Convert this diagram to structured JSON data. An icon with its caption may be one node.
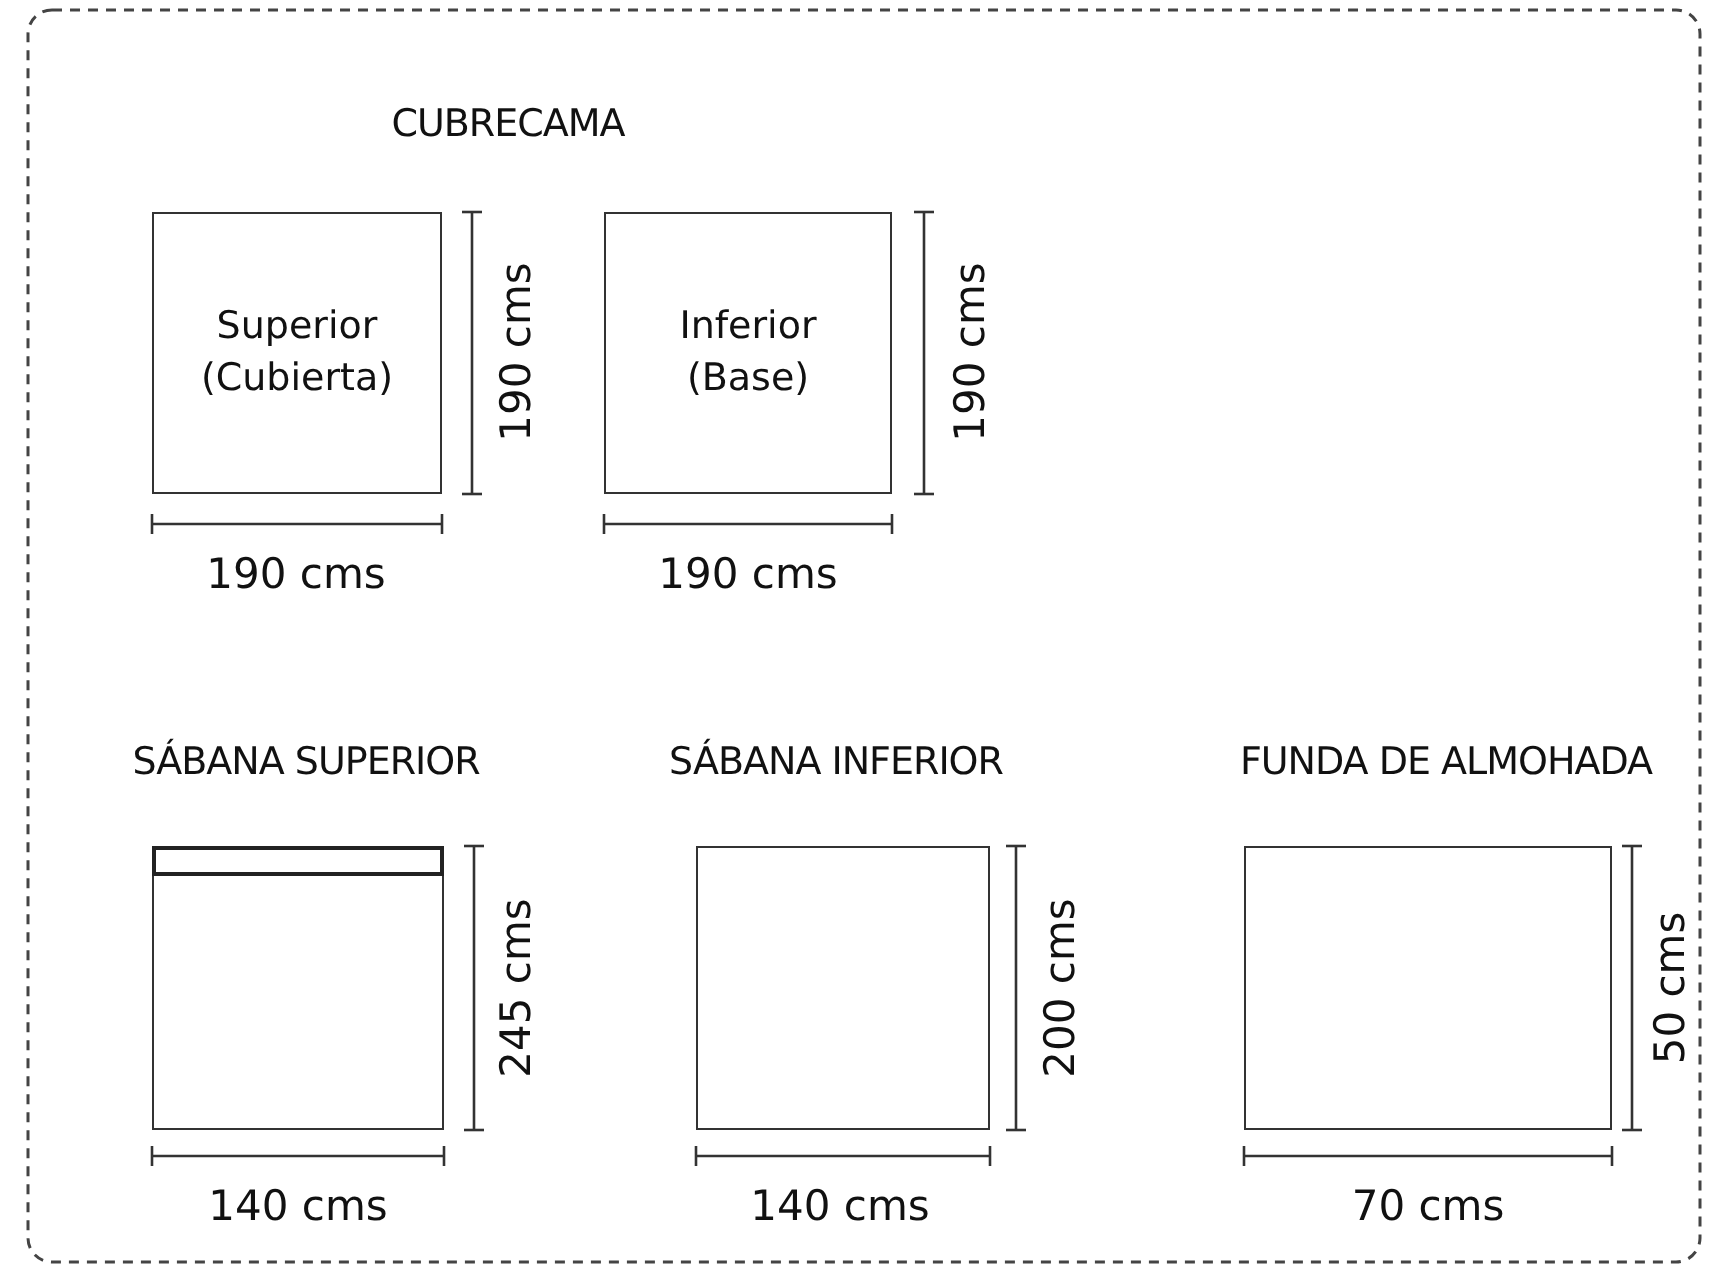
{
  "diagram": {
    "nodes": [
      {
        "text": [
          "Superior (Cubierta)"
        ]
      },
      {
        "text": [
          "Inferior (Base)"
        ]
      },
      {
        "text": [
          "SÁBANA SUPERIOR"
        ]
      },
      {
        "text": [
          "SÁBANA INFERIOR"
        ]
      },
      {
        "text": [
          "FUNDA DE ALMOHADA"
        ]
      }
    ],
    "edges": [],
    "labels": [
      "CUBRECAMA",
      "190 cms",
      "190 cms",
      "190 cms",
      "190 cms",
      "245 cms",
      "200 cms",
      "50 cms",
      "140 cms",
      "140 cms",
      "70 cms"
    ]
  }
}
